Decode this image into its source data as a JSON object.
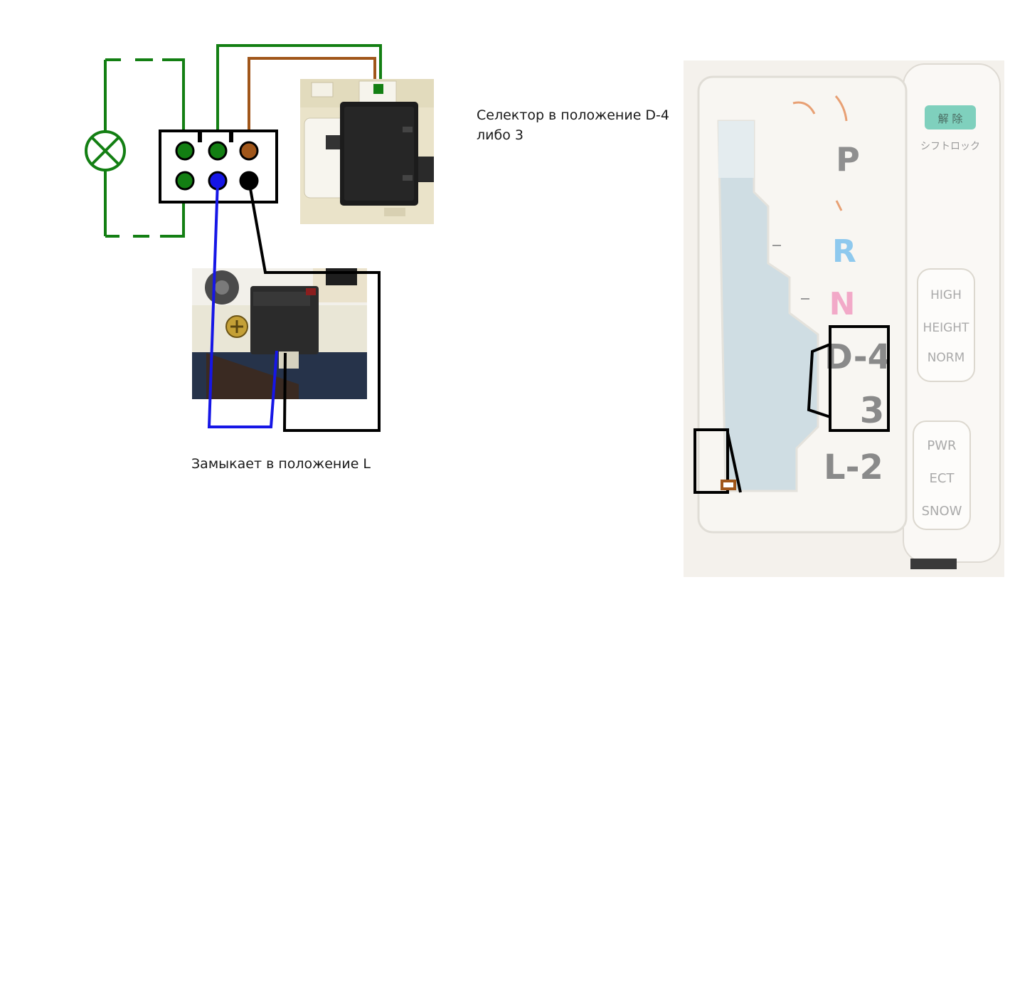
{
  "captions": {
    "selector_line1": "Селектор в положение D-4",
    "selector_line2": "либо 3",
    "closes_in_L": "Замыкает в положение L"
  },
  "panel": {
    "gears": [
      {
        "label": "P",
        "color": "#8f8f8f"
      },
      {
        "label": "R",
        "color": "#8ec9ee"
      },
      {
        "label": "N",
        "color": "#f2a9c8"
      },
      {
        "label": "D-4",
        "color": "#8a8a8a"
      },
      {
        "label": "3",
        "color": "#8a8a8a"
      },
      {
        "label": "L-2",
        "color": "#8a8a8a"
      }
    ],
    "shift_lock": {
      "badge": "解 除",
      "label": "シフトロック"
    },
    "height_button": {
      "line1": "HIGH",
      "line2": "HEIGHT",
      "line3": "NORM"
    },
    "power_button": {
      "line1": "PWR",
      "line2": "ECT",
      "line3": "SNOW"
    }
  },
  "wire_colors": {
    "green": "#137f13",
    "brown": "#a0561a",
    "blue": "#1616e6",
    "black": "#000000"
  }
}
